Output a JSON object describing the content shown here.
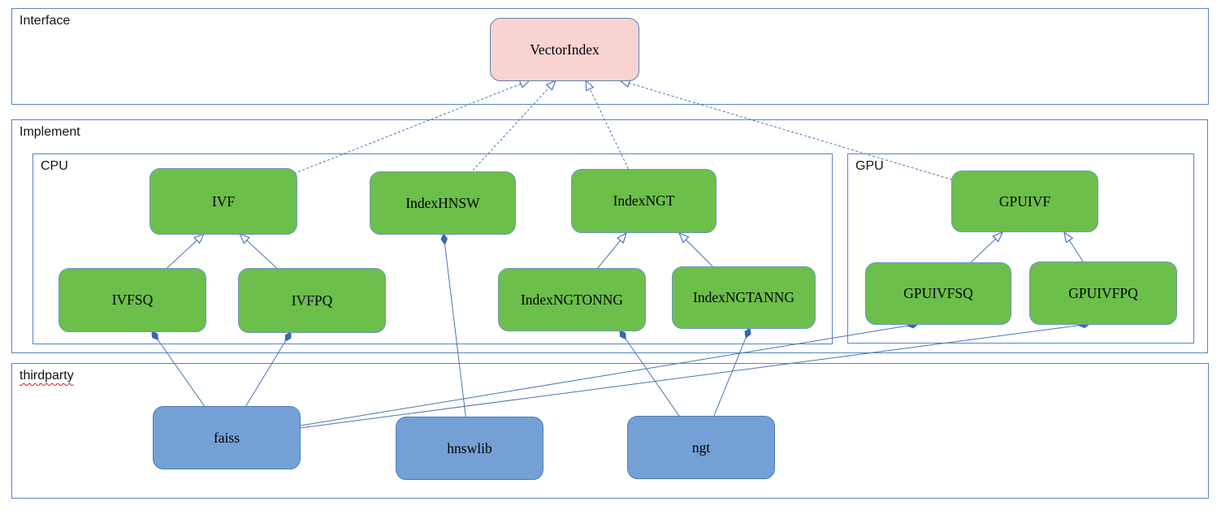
{
  "diagram": {
    "containers": {
      "interface": {
        "label": "Interface"
      },
      "implement": {
        "label": "Implement"
      },
      "cpu": {
        "label": "CPU"
      },
      "gpu": {
        "label": "GPU"
      },
      "thirdparty": {
        "label": "thirdparty"
      }
    },
    "nodes": {
      "vectorindex": {
        "label": "VectorIndex",
        "kind": "interface"
      },
      "ivf": {
        "label": "IVF",
        "kind": "implementation"
      },
      "indexhnsw": {
        "label": "IndexHNSW",
        "kind": "implementation"
      },
      "indexngt": {
        "label": "IndexNGT",
        "kind": "implementation"
      },
      "gpuivf": {
        "label": "GPUIVF",
        "kind": "implementation"
      },
      "ivfsq": {
        "label": "IVFSQ",
        "kind": "implementation"
      },
      "ivfpq": {
        "label": "IVFPQ",
        "kind": "implementation"
      },
      "indexngtonng": {
        "label": "IndexNGTONNG",
        "kind": "implementation"
      },
      "indexngtanng": {
        "label": "IndexNGTANNG",
        "kind": "implementation"
      },
      "gpuivfsq": {
        "label": "GPUIVFSQ",
        "kind": "implementation"
      },
      "gpuivfpq": {
        "label": "GPUIVFPQ",
        "kind": "implementation"
      },
      "faiss": {
        "label": "faiss",
        "kind": "thirdparty"
      },
      "hnswlib": {
        "label": "hnswlib",
        "kind": "thirdparty"
      },
      "ngt": {
        "label": "ngt",
        "kind": "thirdparty"
      }
    },
    "edges": [
      {
        "from": "ivf",
        "to": "vectorindex",
        "type": "realization"
      },
      {
        "from": "indexhnsw",
        "to": "vectorindex",
        "type": "realization"
      },
      {
        "from": "indexngt",
        "to": "vectorindex",
        "type": "realization"
      },
      {
        "from": "gpuivf",
        "to": "vectorindex",
        "type": "realization"
      },
      {
        "from": "ivfsq",
        "to": "ivf",
        "type": "generalization"
      },
      {
        "from": "ivfpq",
        "to": "ivf",
        "type": "generalization"
      },
      {
        "from": "indexngtonng",
        "to": "indexngt",
        "type": "generalization"
      },
      {
        "from": "indexngtanng",
        "to": "indexngt",
        "type": "generalization"
      },
      {
        "from": "gpuivfsq",
        "to": "gpuivf",
        "type": "generalization"
      },
      {
        "from": "gpuivfpq",
        "to": "gpuivf",
        "type": "generalization"
      },
      {
        "from": "faiss",
        "to": "ivfsq",
        "type": "composition"
      },
      {
        "from": "faiss",
        "to": "ivfpq",
        "type": "composition"
      },
      {
        "from": "faiss",
        "to": "gpuivfsq",
        "type": "composition"
      },
      {
        "from": "faiss",
        "to": "gpuivfpq",
        "type": "composition"
      },
      {
        "from": "hnswlib",
        "to": "indexhnsw",
        "type": "composition"
      },
      {
        "from": "ngt",
        "to": "indexngtonng",
        "type": "composition"
      },
      {
        "from": "ngt",
        "to": "indexngtanng",
        "type": "composition"
      }
    ],
    "colors": {
      "interface_fill": "#f9d3d2",
      "implementation_fill": "#6cbf4a",
      "thirdparty_fill": "#75a0d5",
      "edge": "#4a74b4",
      "diamond": "#3b69b0",
      "container_border": "#5585c2"
    }
  }
}
